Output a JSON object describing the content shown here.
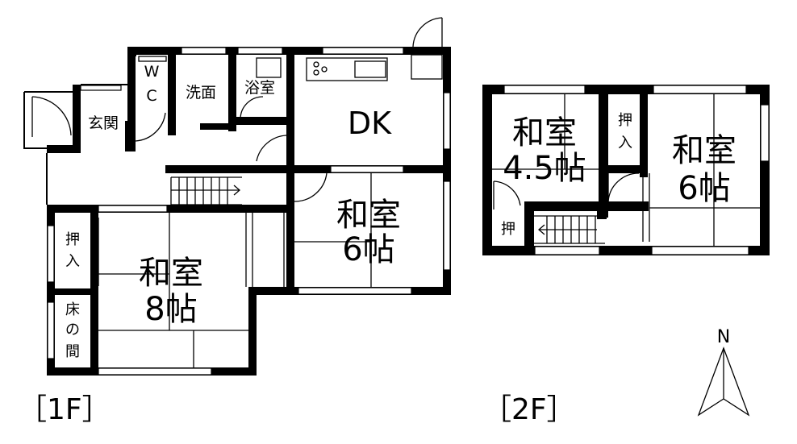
{
  "floor1": {
    "label": "［1F］",
    "rooms": {
      "wc": "WC",
      "wc_1": "W",
      "wc_2": "C",
      "senmen": "洗面",
      "yokushitsu": "浴室",
      "genkan": "玄関",
      "dk": "DK",
      "washitsu6_1": "和室",
      "washitsu6_2": "6帖",
      "washitsu8_1": "和室",
      "washitsu8_2": "8帖",
      "oshiire_1": "押",
      "oshiire_2": "入",
      "tokonoma_1": "床",
      "tokonoma_2": "の",
      "tokonoma_3": "間"
    }
  },
  "floor2": {
    "label": "［2F］",
    "rooms": {
      "washitsu45_1": "和室",
      "washitsu45_2": "4.5帖",
      "washitsu6_1": "和室",
      "washitsu6_2": "6帖",
      "oshiire_1": "押",
      "oshiire_2": "入",
      "oshi_small": "押"
    }
  },
  "compass": {
    "label": "N"
  }
}
